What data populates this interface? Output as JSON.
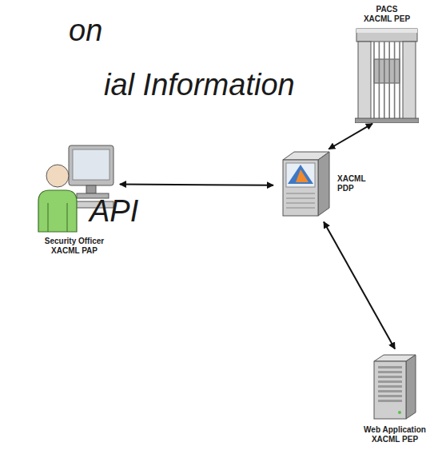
{
  "diagram": {
    "nodes": [
      {
        "text": [
          "PACS XACML PEP"
        ]
      },
      {
        "text": [
          "Security Officer XACML PAP"
        ]
      },
      {
        "text": [
          "XACML PDP"
        ]
      },
      {
        "text": [
          "Web Application XACML PEP"
        ]
      }
    ],
    "edges": [
      {
        "from": 1,
        "to": 2,
        "arrow": "both"
      },
      {
        "from": 2,
        "to": 0,
        "arrow": "both"
      },
      {
        "from": 2,
        "to": 3,
        "arrow": "both"
      }
    ],
    "labels": [
      "on",
      "ial Information",
      "API"
    ]
  }
}
